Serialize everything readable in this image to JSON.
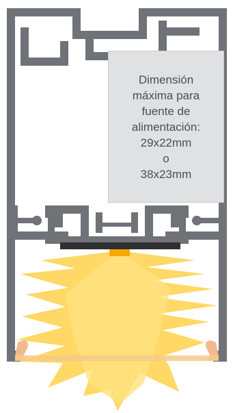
{
  "annotation": {
    "lines": [
      "Dimensión",
      "máxima para",
      "fuente de",
      "alimentación:",
      "29x22mm",
      "o",
      "38x23mm"
    ]
  },
  "colors": {
    "profile": "#6f7276",
    "profile_outline": "#5a5d61",
    "annotation_bg": "#e0e1e3",
    "annotation_text": "#4a4d52",
    "led_strip": "#2e2f31",
    "led_chip": "#f5a800",
    "light_beam": "#ffd559",
    "diffuser_clip": "#f2b98f"
  },
  "icons": {
    "light": "light-burst-icon",
    "led": "led-chip-icon"
  }
}
